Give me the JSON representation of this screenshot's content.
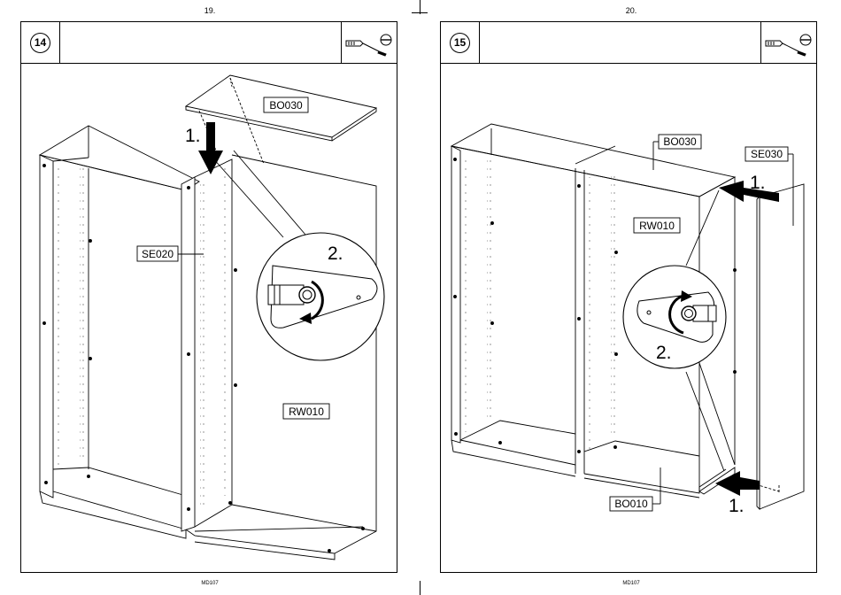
{
  "left_page": {
    "page_number": "19.",
    "step": "14",
    "footer_code": "MD107",
    "tool_icons": [
      "screwdriver-icon",
      "flathead-screw-slot-icon"
    ],
    "labels": {
      "top": "BO030",
      "side_panel": "SE020",
      "back_panel": "RW010"
    },
    "callouts": {
      "first": "1.",
      "second": "2."
    }
  },
  "right_page": {
    "page_number": "20.",
    "step": "15",
    "footer_code": "MD107",
    "tool_icons": [
      "screwdriver-icon",
      "flathead-screw-slot-icon"
    ],
    "labels": {
      "top": "BO030",
      "side_panel": "SE030",
      "back_panel": "RW010",
      "bottom": "BO010"
    },
    "callouts": {
      "top_arrow": "1.",
      "detail": "2.",
      "bottom_arrow": "1."
    }
  }
}
